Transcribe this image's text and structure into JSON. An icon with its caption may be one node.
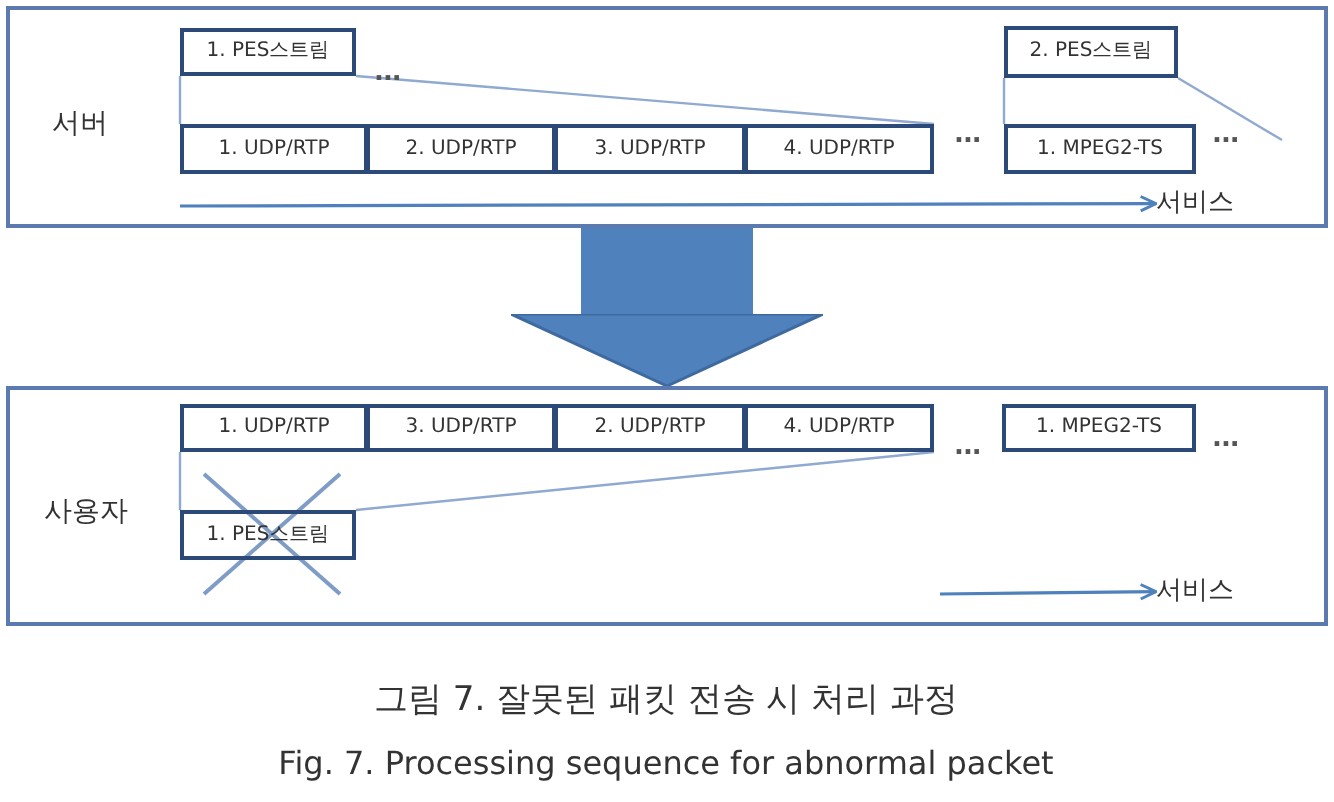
{
  "diagram": {
    "caption": "그림 7. 잘못된 패킷 전송 시 처리 과정",
    "nodes": [
      {
        "text": [
          "서버"
        ]
      },
      {
        "text": [
          "1. PES스트림"
        ],
        "in": 0
      },
      {
        "text": [
          "1. UDP/RTP"
        ],
        "in": 0
      },
      {
        "text": [
          "2. UDP/RTP"
        ],
        "in": 0
      },
      {
        "text": [
          "3. UDP/RTP"
        ],
        "in": 0
      },
      {
        "text": [
          "4. UDP/RTP"
        ],
        "in": 0
      },
      {
        "text": [
          "2. PES스트림"
        ],
        "in": 0
      },
      {
        "text": [
          "1. MPEG2-TS"
        ],
        "in": 0
      },
      {
        "text": [
          "서비스"
        ],
        "in": 0
      },
      {
        "text": [
          "사용자"
        ]
      },
      {
        "text": [
          "1. UDP/RTP"
        ],
        "in": 9
      },
      {
        "text": [
          "3. UDP/RTP"
        ],
        "in": 9
      },
      {
        "text": [
          "2. UDP/RTP"
        ],
        "in": 9
      },
      {
        "text": [
          "4. UDP/RTP"
        ],
        "in": 9
      },
      {
        "text": [
          "1. MPEG2-TS"
        ],
        "in": 9
      },
      {
        "text": [
          "1. PES스트림"
        ],
        "in": 9
      },
      {
        "text": [
          "서비스"
        ],
        "in": 9
      }
    ],
    "edges": [
      {
        "from": 1,
        "to": 2,
        "arrow": "none"
      },
      {
        "from": 1,
        "to": 5,
        "arrow": "none"
      },
      {
        "from": 6,
        "to": 7,
        "arrow": "none"
      },
      {
        "from": 6,
        "to": null,
        "arrow": "none"
      },
      {
        "from": null,
        "to": 8,
        "arrow": "to",
        "color": "#4f81bd"
      },
      {
        "from": 0,
        "to": 9,
        "arrow": "to",
        "style": "thick",
        "color": "#4f81bd"
      },
      {
        "from": 15,
        "to": 10,
        "arrow": "none"
      },
      {
        "from": 15,
        "to": 13,
        "arrow": "none"
      },
      {
        "from": null,
        "to": 16,
        "arrow": "to",
        "color": "#4f81bd"
      }
    ],
    "labels": [
      "...",
      "...",
      "...",
      "...",
      "...",
      "Fig. 7. Processing sequence for abnormal packet"
    ]
  }
}
